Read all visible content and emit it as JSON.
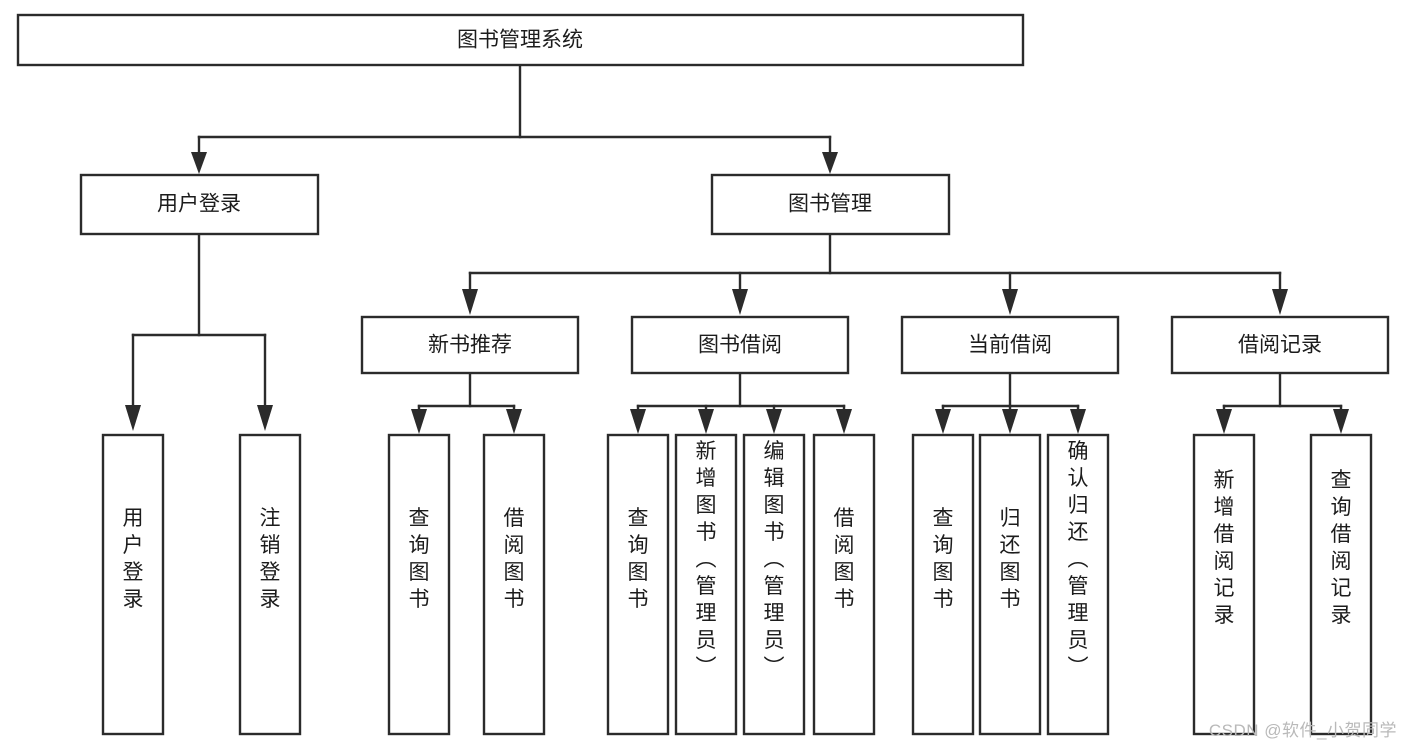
{
  "diagram": {
    "title": "图书管理系统",
    "watermark": "CSDN @软件_小贺同学",
    "type": "hierarchy-tree",
    "orientation": "top-down",
    "colors": {
      "box_fill": "#ffffff",
      "box_stroke": "#2b2b2b",
      "text": "#1c1c1c",
      "watermark": "#b9b9b9",
      "background": "#ffffff"
    },
    "levels": 4,
    "root": {
      "id": "root",
      "label": "图书管理系统"
    },
    "level2": [
      {
        "id": "user-login",
        "label": "用户登录"
      },
      {
        "id": "book-manage",
        "label": "图书管理"
      }
    ],
    "level3": [
      {
        "id": "new-book-recommend",
        "label": "新书推荐",
        "parent": "book-manage"
      },
      {
        "id": "book-borrow",
        "label": "图书借阅",
        "parent": "book-manage"
      },
      {
        "id": "current-borrow",
        "label": "当前借阅",
        "parent": "book-manage"
      },
      {
        "id": "borrow-record",
        "label": "借阅记录",
        "parent": "book-manage"
      }
    ],
    "leaves": {
      "user-login": [
        {
          "id": "leaf-user-login",
          "label": "用户登录"
        },
        {
          "id": "leaf-user-logout",
          "label": "注销登录"
        }
      ],
      "new-book-recommend": [
        {
          "id": "leaf-query-book-1",
          "label": "查询图书"
        },
        {
          "id": "leaf-borrow-book-1",
          "label": "借阅图书"
        }
      ],
      "book-borrow": [
        {
          "id": "leaf-query-book-2",
          "label": "查询图书"
        },
        {
          "id": "leaf-add-book",
          "label": "新增图书（管理员）"
        },
        {
          "id": "leaf-edit-book",
          "label": "编辑图书（管理员）"
        },
        {
          "id": "leaf-borrow-book-2",
          "label": "借阅图书"
        }
      ],
      "current-borrow": [
        {
          "id": "leaf-query-book-3",
          "label": "查询图书"
        },
        {
          "id": "leaf-return-book",
          "label": "归还图书"
        },
        {
          "id": "leaf-confirm-return",
          "label": "确认归还（管理员）"
        }
      ],
      "borrow-record": [
        {
          "id": "leaf-add-record",
          "label": "新增借阅记录"
        },
        {
          "id": "leaf-query-record",
          "label": "查询借阅记录"
        }
      ]
    }
  }
}
